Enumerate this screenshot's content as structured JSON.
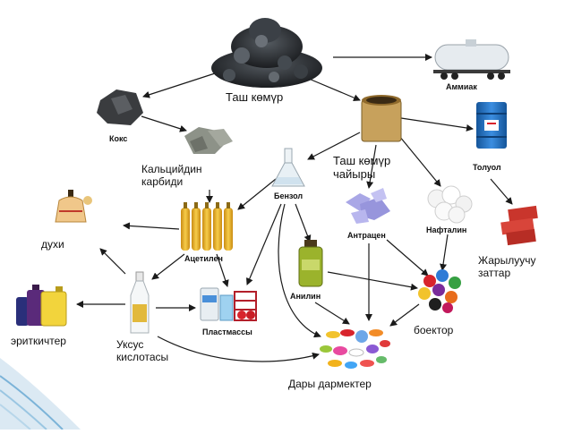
{
  "diagram": {
    "labels": {
      "coal": "Таш көмүр",
      "ammonia": "Аммиак",
      "coke": "Кокс",
      "tar": "Таш көмүр чайыры",
      "toluene": "Толуол",
      "carbide": "Кальцийдин карбиди",
      "benzene": "Бензол",
      "anthracene": "Антрацен",
      "naphthalene": "Нафталин",
      "perfume": "духи",
      "acetylene": "Ацетилен",
      "explosives": "Жарылуучу заттар",
      "aniline": "Анилин",
      "dyes": "боектор",
      "solvents": "эриткичтер",
      "plastics": "Пластмассы",
      "acetic_acid": "Уксус кислотасы",
      "medicines": "Дары дармектер"
    },
    "colors": {
      "arrow": "#1a1a1a",
      "coal": "#2b2f33",
      "tank": "#e9eef2",
      "barrel_blue": "#1f6fc1",
      "gas_cylinder": "#f2b21c",
      "aniline_bottle": "#9bb32c",
      "dye_red": "#d8242c",
      "solvent_purple": "#5a2a7a",
      "corner_blue": "#7bb3d8"
    },
    "icons": [
      "coal-pile-icon",
      "tank-wagon-icon",
      "coke-icon",
      "tar-bucket-icon",
      "blue-barrel-icon",
      "calcium-carbide-icon",
      "flask-icon",
      "gas-cylinders-icon",
      "perfume-bottle-icon",
      "anthracene-crystals-icon",
      "naphthalene-balls-icon",
      "tnt-sticks-icon",
      "aniline-bottle-icon",
      "dye-pigments-icon",
      "solvent-bottles-icon",
      "plastics-icon",
      "vinegar-bottle-icon",
      "pills-icon"
    ]
  }
}
